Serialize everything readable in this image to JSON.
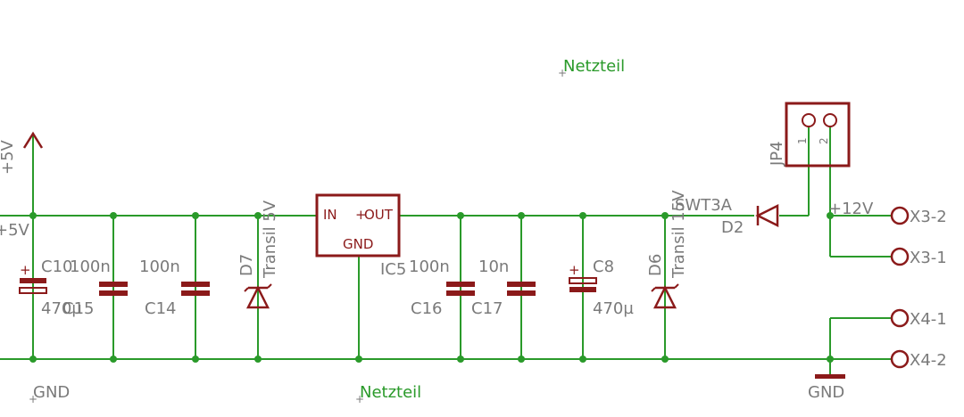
{
  "labels": {
    "net_top": "Netzteil",
    "net_bottom": "Netzteil",
    "gnd_left": "GND",
    "gnd_right": "GND",
    "p5v_symbol": "+5V",
    "p5v_wire": "+5V",
    "p12v": "+12V",
    "c10_name": "C10",
    "c10_value": "470µ",
    "c15_name": "C15",
    "c15_value": "100n",
    "c14_name": "C14",
    "c14_value": "100n",
    "d7_name": "D7",
    "d7_value": "Transil 5V",
    "ic5_name": "IC5",
    "ic5_in": "IN",
    "ic5_out": "OUT",
    "ic5_gnd": "GND",
    "c16_name": "C16",
    "c16_value": "100n",
    "c17_name": "C17",
    "c17_value": "10n",
    "c8_name": "C8",
    "c8_value": "470µ",
    "d6_name": "D6",
    "d6_value": "Transil 15V",
    "d2_name": "D2",
    "d2_value": "SWT3A",
    "jp4_name": "JP4",
    "jp4_pin1": "1",
    "jp4_pin2": "2",
    "x3_2": "X3-2",
    "x3_1": "X3-1",
    "x4_1": "X4-1",
    "x4_2": "X4-2"
  }
}
